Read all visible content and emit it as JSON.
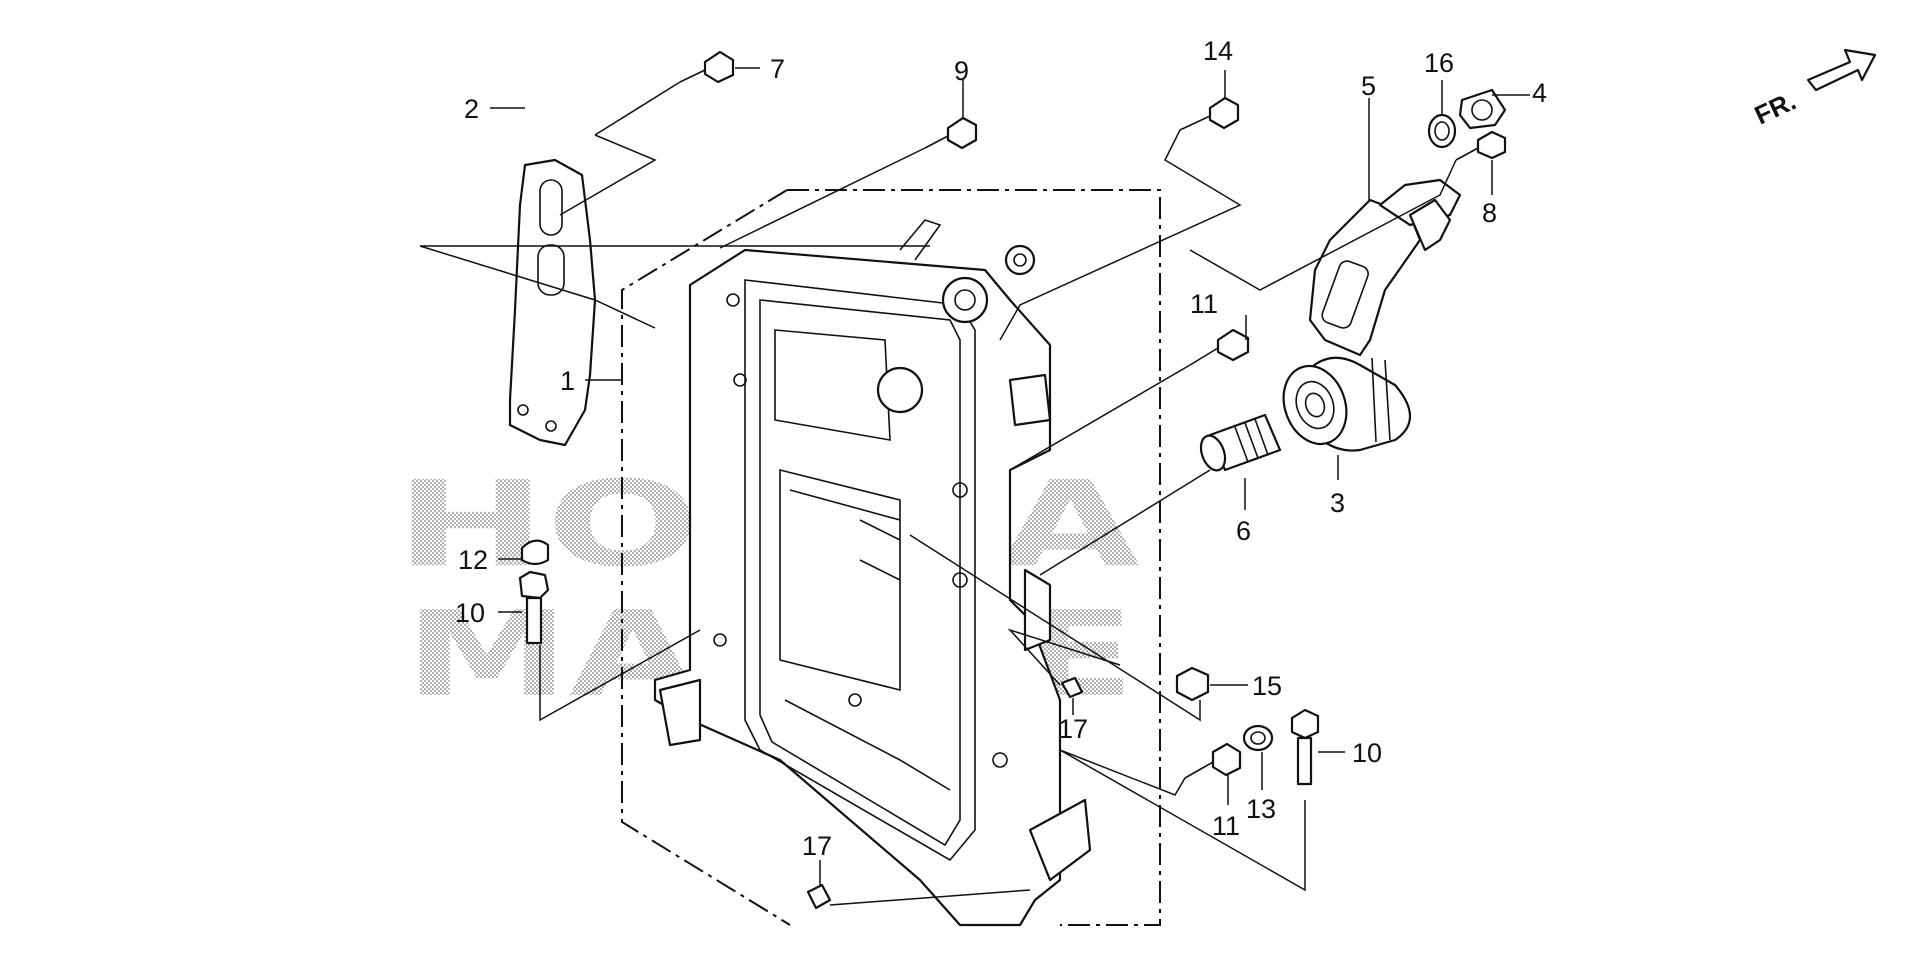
{
  "diagram": {
    "orientation_label": "FR.",
    "watermark": {
      "line1": "HONDA",
      "line2": "MARINE"
    },
    "callouts": [
      {
        "id": "c1",
        "text": "1"
      },
      {
        "id": "c2",
        "text": "2"
      },
      {
        "id": "c3",
        "text": "3"
      },
      {
        "id": "c4",
        "text": "4"
      },
      {
        "id": "c5",
        "text": "5"
      },
      {
        "id": "c6",
        "text": "6"
      },
      {
        "id": "c7",
        "text": "7"
      },
      {
        "id": "c8",
        "text": "8"
      },
      {
        "id": "c9",
        "text": "9"
      },
      {
        "id": "c10a",
        "text": "10"
      },
      {
        "id": "c10b",
        "text": "10"
      },
      {
        "id": "c11a",
        "text": "11"
      },
      {
        "id": "c11b",
        "text": "11"
      },
      {
        "id": "c12",
        "text": "12"
      },
      {
        "id": "c13",
        "text": "13"
      },
      {
        "id": "c14",
        "text": "14"
      },
      {
        "id": "c15",
        "text": "15"
      },
      {
        "id": "c16",
        "text": "16"
      },
      {
        "id": "c17a",
        "text": "17"
      },
      {
        "id": "c17b",
        "text": "17"
      }
    ]
  }
}
